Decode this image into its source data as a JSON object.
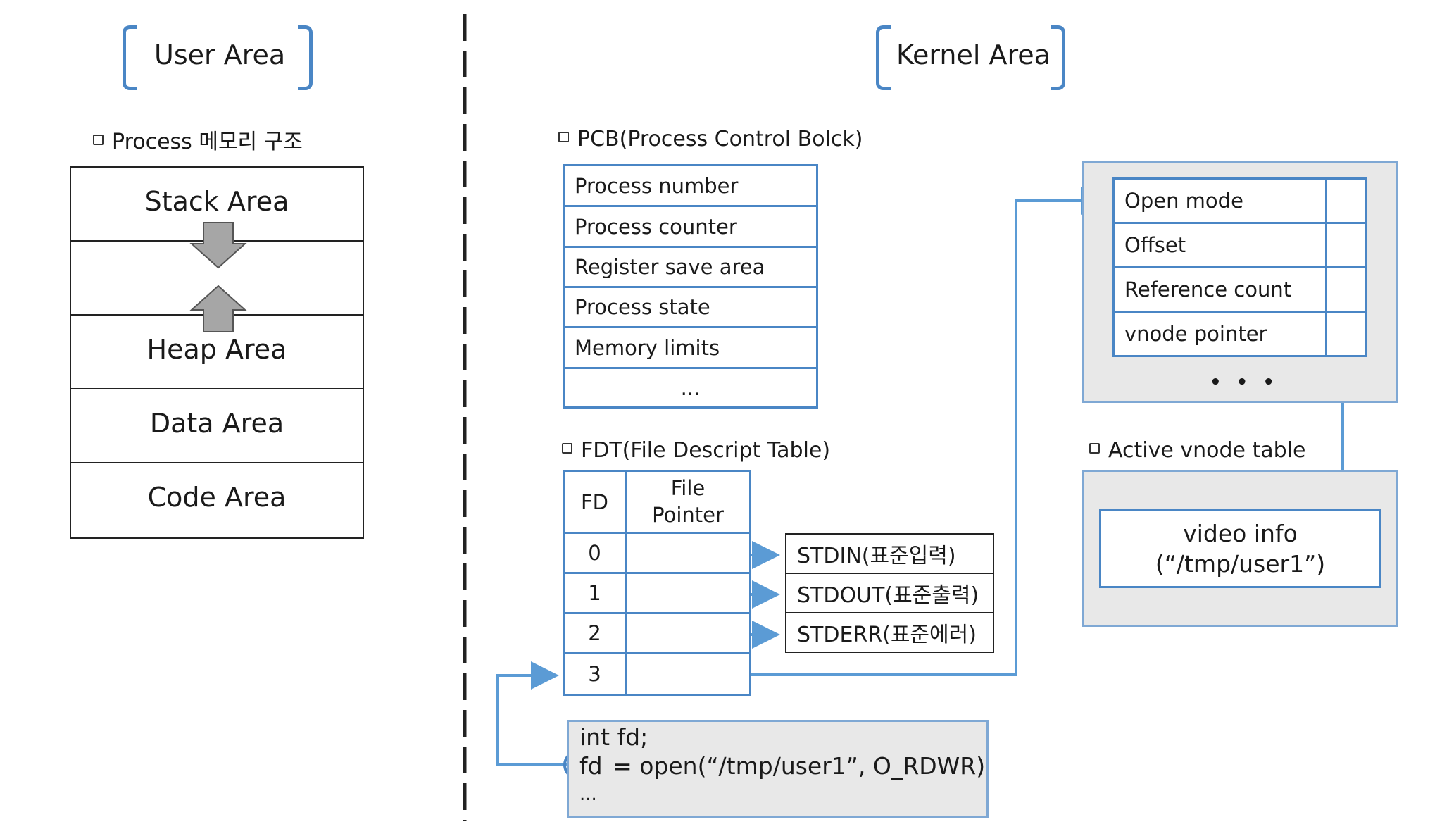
{
  "user_area": {
    "title": "User Area",
    "section_label": "Process 메모리 구조",
    "blocks": [
      "Stack Area",
      "Heap Area",
      "Data Area",
      "Code Area"
    ]
  },
  "kernel_area": {
    "title": "Kernel Area",
    "pcb": {
      "section_label": "PCB(Process Control Bolck)",
      "rows": [
        "Process number",
        "Process counter",
        "Register save area",
        "Process state",
        "Memory limits",
        "..."
      ]
    },
    "fdt": {
      "section_label": "FDT(File Descript Table)",
      "col_fd": "FD",
      "col_pointer": "File Pointer",
      "fds": [
        "0",
        "1",
        "2",
        "3"
      ],
      "std_streams": [
        "STDIN(표준입력)",
        "STDOUT(표준출력)",
        "STDERR(표준에러)"
      ]
    },
    "open_file_table": {
      "rows": [
        "Open mode",
        "Offset",
        "Reference count",
        "vnode pointer"
      ],
      "ellipsis": "• • •"
    },
    "vnode_table": {
      "section_label": "Active vnode table",
      "entry_line1": "video info",
      "entry_line2": "(“/tmp/user1”)"
    },
    "code": {
      "line1": "int fd;",
      "line2_var": "fd",
      "line2_rest": "= open(“/tmp/user1”, O_RDWR)",
      "line3": "..."
    }
  },
  "colors": {
    "accent": "#4a86c5",
    "arrow_dot": "#5b9bd5",
    "gray_fill": "#e8e8e8",
    "mem_arrow": "#a6a6a6"
  }
}
